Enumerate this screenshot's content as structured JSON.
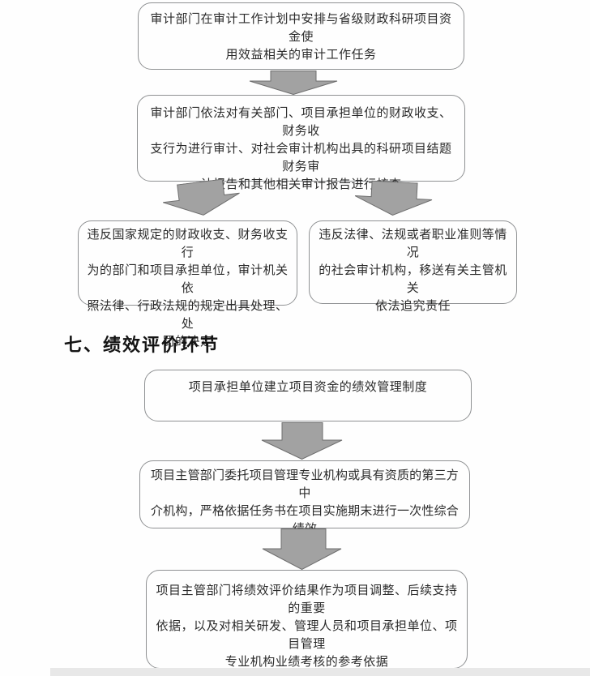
{
  "heading": {
    "text": "七、绩效评价环节"
  },
  "colors": {
    "box_border": "#8f9193",
    "arrow_fill": "#a2a2a2",
    "arrow_stroke": "#6e6e6e",
    "text": "#2b2b2b",
    "footer_strip": "#e8e8e8",
    "page_background": "#fefefe"
  },
  "audit_flow": {
    "nodes": [
      {
        "id": "audit-plan",
        "text": "审计部门在审计工作计划中安排与省级财政科研项目资金使\n用效益相关的审计工作任务"
      },
      {
        "id": "audit-verify",
        "text": "审计部门依法对有关部门、项目承担单位的财政收支、财务收\n支行为进行审计、对社会审计机构出具的科研项目结题财务审\n计报告和其他相关审计报告进行核查"
      },
      {
        "id": "audit-violation-units",
        "text": "违反国家规定的财政收支、财务收支行\n为的部门和项目承担单位，审计机关依\n照法律、行政法规的规定出具处理、处\n罚的决定"
      },
      {
        "id": "audit-violation-agencies",
        "text": "违反法律、法规或者职业准则等情况\n的社会审计机构，移送有关主管机关\n依法追究责任"
      }
    ]
  },
  "performance_flow": {
    "nodes": [
      {
        "id": "performance-system",
        "text": "项目承担单位建立项目资金的绩效管理制度"
      },
      {
        "id": "performance-evaluation",
        "text": "项目主管部门委托项目管理专业机构或具有资质的第三方中\n介机构，严格依据任务书在项目实施期末进行一次性综合绩效\n评价"
      },
      {
        "id": "performance-result-use",
        "text": "项目主管部门将绩效评价结果作为项目调整、后续支持的重要\n依据，以及对相关研发、管理人员和项目承担单位、项目管理\n专业机构业绩考核的参考依据"
      }
    ]
  }
}
